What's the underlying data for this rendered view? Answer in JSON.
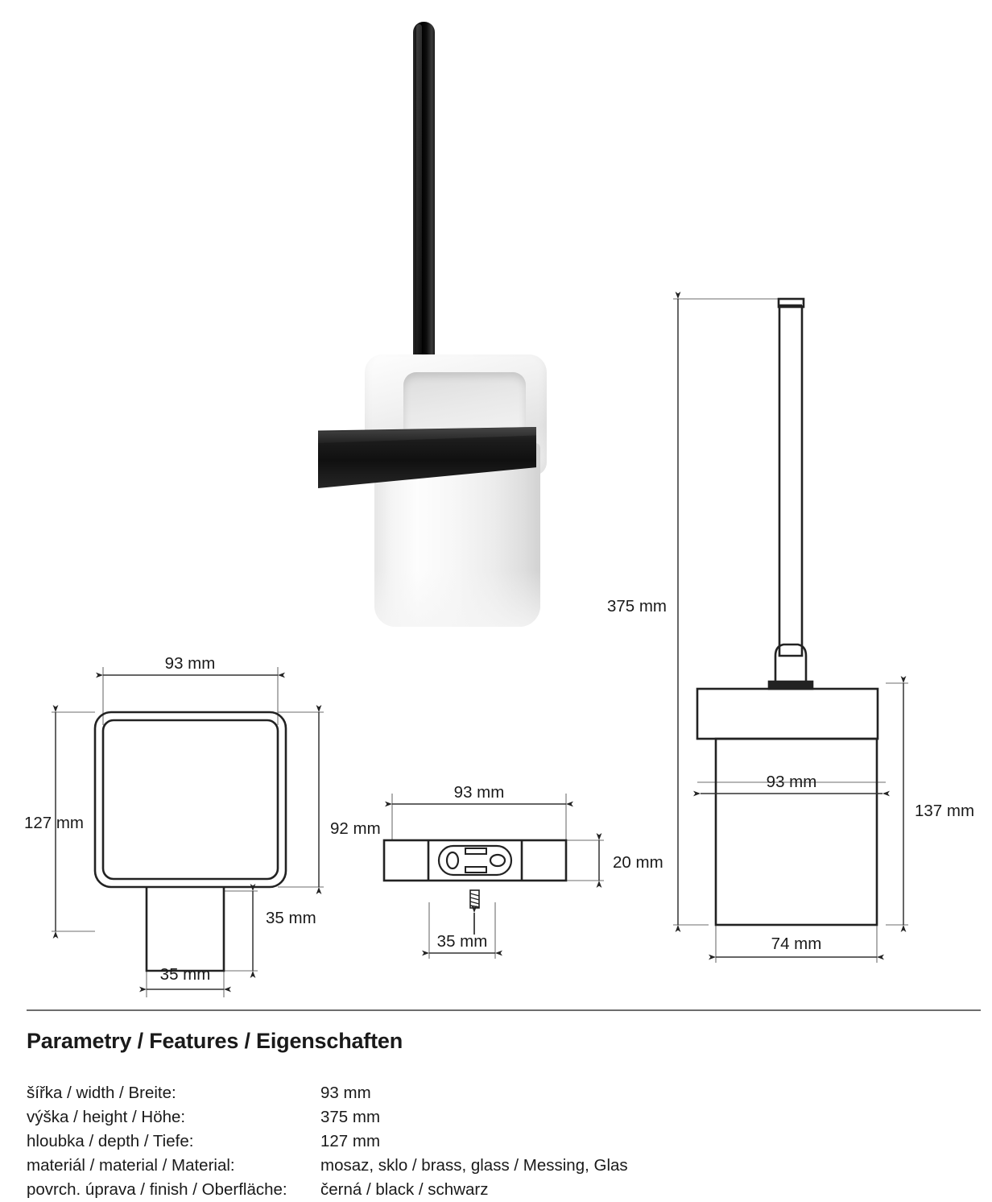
{
  "product_photo": {
    "alt_name": "black square toilet brush with frosted glass holder",
    "handle_color": "#0d0d0d",
    "glass_color": "#f2f2f2",
    "bracket_color": "#1c1c1c"
  },
  "drawings": {
    "top_view": {
      "name": "top view with mounting stem",
      "dims": {
        "width": "93 mm",
        "depth": "127 mm",
        "inner_height": "92 mm",
        "stem_height": "35 mm",
        "stem_width": "35 mm"
      }
    },
    "plate_view": {
      "name": "wall mounting plate view",
      "dims": {
        "width": "93 mm",
        "height": "20 mm",
        "screw_spacing": "35 mm"
      }
    },
    "elevation_view": {
      "name": "front elevation with brush inserted",
      "dims": {
        "total_height": "375 mm",
        "holder_width": "93 mm",
        "glass_height": "137 mm",
        "glass_width": "74 mm"
      }
    }
  },
  "spec": {
    "title": "Parametry / Features / Eigenschaften",
    "rows": [
      {
        "label": "šířka / width / Breite:",
        "value": "93 mm"
      },
      {
        "label": "výška / height / Höhe:",
        "value": "375 mm"
      },
      {
        "label": "hloubka / depth / Tiefe:",
        "value": "127 mm"
      },
      {
        "label": "materiál / material / Material:",
        "value": "mosaz, sklo / brass, glass / Messing, Glas"
      },
      {
        "label": "povrch. úprava / finish / Oberfläche:",
        "value": "černá / black / schwarz"
      }
    ]
  }
}
